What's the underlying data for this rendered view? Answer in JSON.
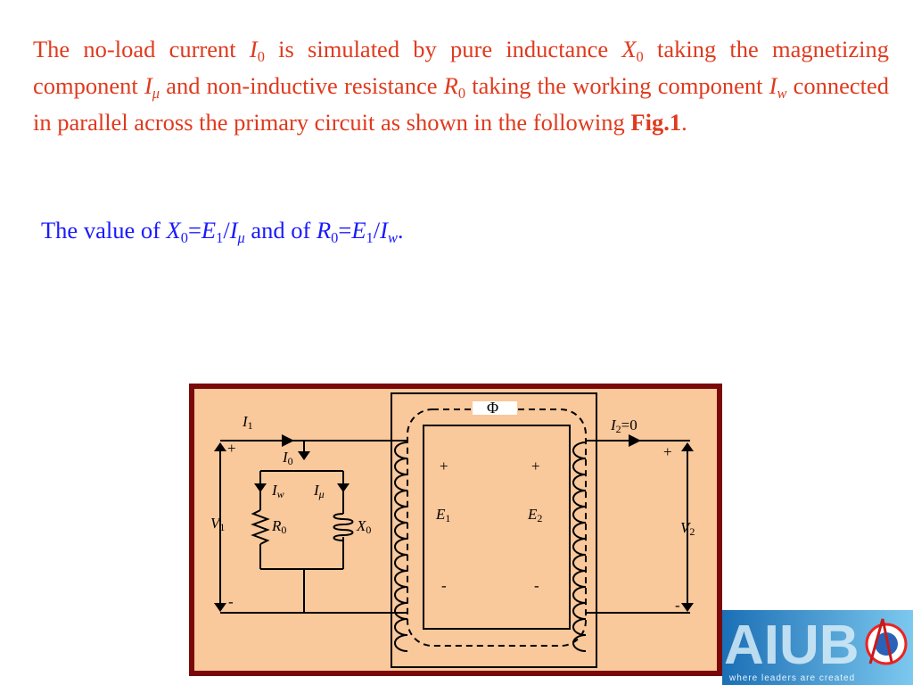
{
  "paragraph1": {
    "t1": "The no-load current ",
    "v_I0": "I",
    "s_0a": "0",
    "t2": " is simulated by pure inductance ",
    "v_X0": "X",
    "s_0b": "0",
    "t3": " taking the magnetizing component ",
    "v_Imu": "I",
    "s_mu": "μ",
    "t4": " and non-inductive resistance ",
    "v_R0": "R",
    "s_0c": "0",
    "t5": " taking the working component ",
    "v_Iw": "I",
    "s_w": "w",
    "t6": " connected in parallel across the primary circuit as shown in the following ",
    "fig_ref": "Fig.1",
    "t7": "."
  },
  "paragraph2": {
    "t1": "The value of ",
    "v_X": "X",
    "s_0a": "0",
    "eq1": "=",
    "v_E1": "E",
    "s_1a": "1",
    "slash1": "/",
    "v_I1": "I",
    "s_mu": "μ",
    "t2": " and of ",
    "v_R": "R",
    "s_0b": "0",
    "eq2": "=",
    "v_E2": "E",
    "s_1b": "1",
    "slash2": "/",
    "v_I2": "I",
    "s_w": "w",
    "t3": "."
  },
  "figure": {
    "phi": "Φ",
    "I1": "I",
    "I1_sub": "1",
    "I0": "I",
    "I0_sub": "0",
    "Iw": "I",
    "Iw_sub": "w",
    "Imu": "I",
    "Imu_sub": "μ",
    "R0": "R",
    "R0_sub": "0",
    "X0": "X",
    "X0_sub": "0",
    "V1": "V",
    "V1_sub": "1",
    "V2": "V",
    "V2_sub": "2",
    "E1": "E",
    "E1_sub": "1",
    "E2": "E",
    "E2_sub": "2",
    "I2": "I",
    "I2_sub": "2",
    "I2_val": "=0",
    "plus": "+",
    "minus": "-"
  },
  "logo": {
    "text": "AIUB",
    "tagline": "where leaders are created"
  },
  "colors": {
    "paragraph1": "#e03a1e",
    "paragraph2": "#1a1aff",
    "figure_background": "#f9c89b",
    "figure_border": "#7a0a0a"
  }
}
